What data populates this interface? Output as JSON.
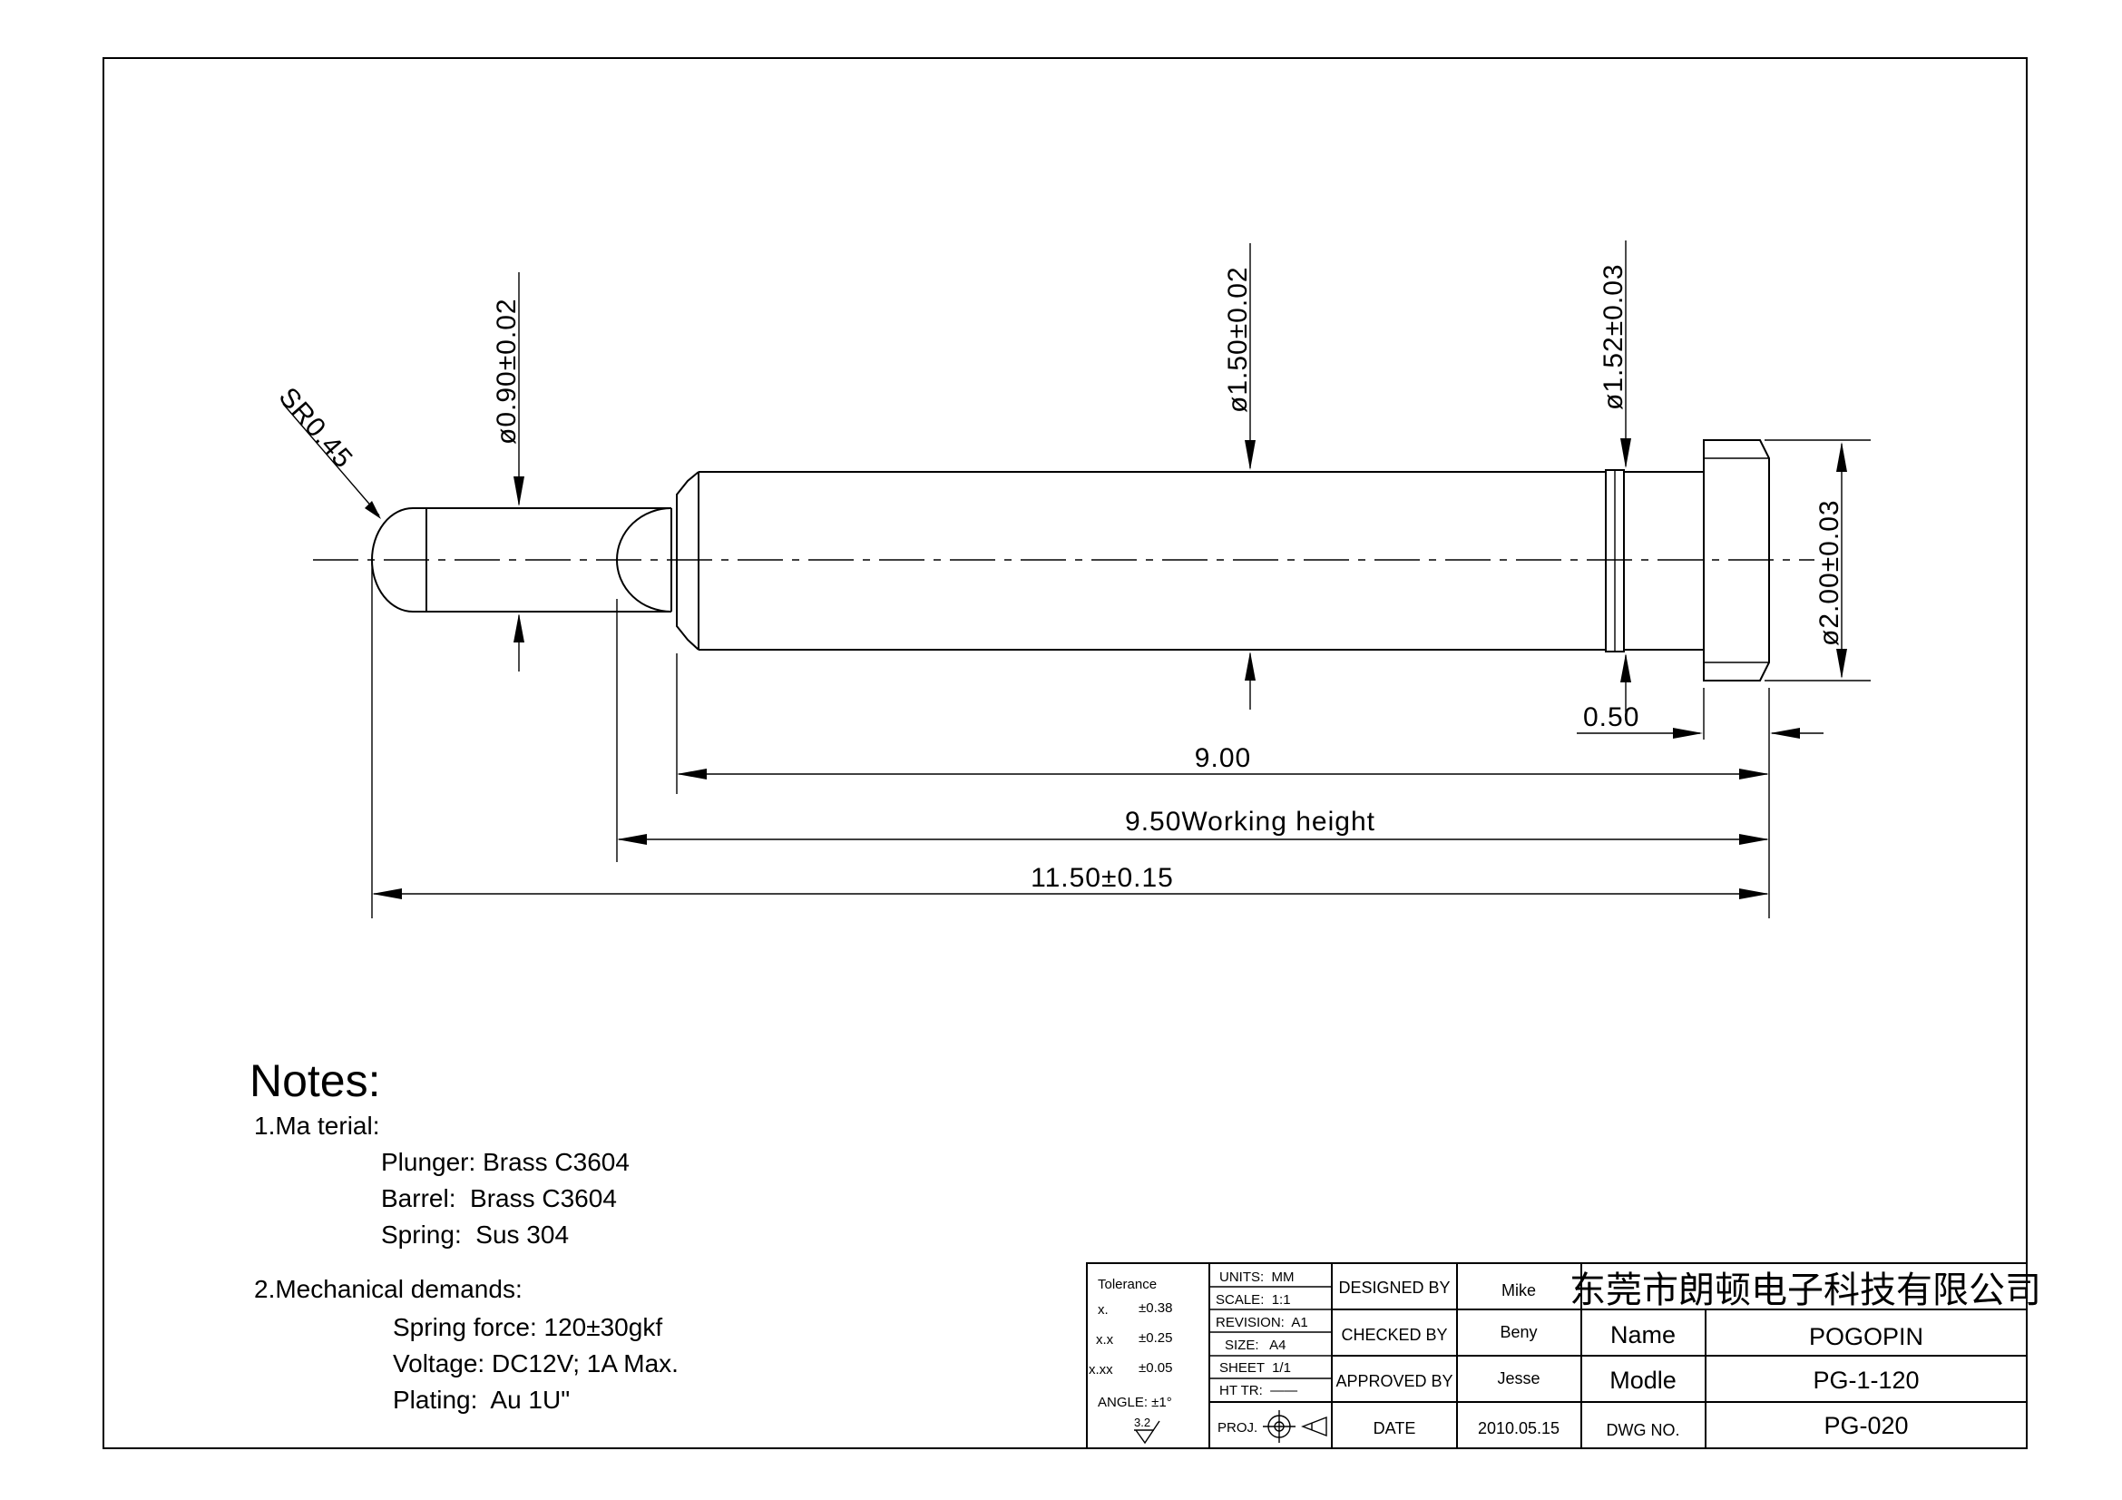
{
  "dimensions": {
    "sr": "SR0.45",
    "d_plunger": "ø0.90±0.02",
    "d_barrel": "ø1.50±0.02",
    "d_groove": "ø1.52±0.03",
    "d_head": "ø2.00±0.03",
    "head_thk": "0.50",
    "len_barrel": "9.00",
    "len_working": "9.50Working height",
    "len_total": "11.50±0.15"
  },
  "notes": {
    "heading": "Notes:",
    "material_title": "1.Ma terial:",
    "material": [
      "Plunger: Brass C3604",
      "Barrel:  Brass C3604",
      "Spring:  Sus 304"
    ],
    "mechanical_title": "2.Mechanical demands:",
    "mechanical": [
      "Spring force: 120±30gkf",
      "Voltage: DC12V; 1A Max.",
      "Plating:  Au 1U\""
    ]
  },
  "title_block": {
    "tolerance_label": "Tolerance",
    "tol_x": "x.",
    "tol_x_val": "±0.38",
    "tol_xx": "x.x",
    "tol_xx_val": "±0.25",
    "tol_xxx": "x.xx",
    "tol_xxx_val": "±0.05",
    "angle": "ANGLE: ±1°",
    "roughness": "3.2",
    "units": "UNITS:  MM",
    "scale": "SCALE:  1:1",
    "revision": "REVISION:  A1",
    "size": "SIZE:   A4",
    "sheet": "SHEET  1/1",
    "ht_tr": "HT TR:  ——",
    "proj": "PROJ.",
    "designed_by_label": "DESIGNED BY",
    "designed_by": "Mike",
    "checked_by_label": "CHECKED BY",
    "checked_by": "Beny",
    "approved_by_label": "APPROVED BY",
    "approved_by": "Jesse",
    "date_label": "DATE",
    "date": "2010.05.15",
    "company": "东莞市朗顿电子科技有限公司",
    "name_label": "Name",
    "name": "POGOPIN",
    "model_label": "Modle",
    "model": "PG-1-120",
    "dwg_label": "DWG NO.",
    "dwg_no": "PG-020"
  }
}
